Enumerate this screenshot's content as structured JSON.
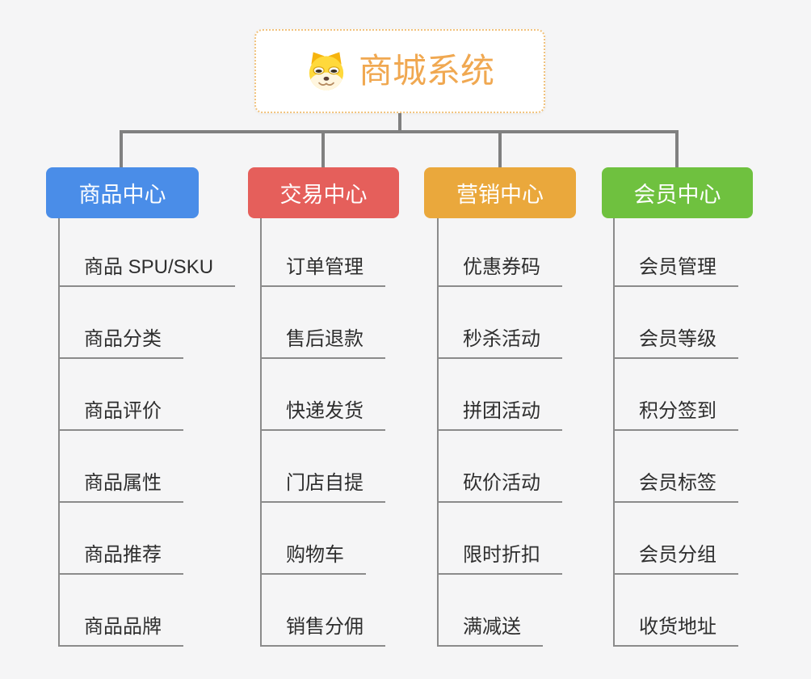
{
  "root": {
    "title": "商城系统",
    "icon": "dog-face-icon"
  },
  "branches": [
    {
      "label": "商品中心",
      "color": "#4a8de8",
      "items": [
        "商品 SPU/SKU",
        "商品分类",
        "商品评价",
        "商品属性",
        "商品推荐",
        "商品品牌"
      ]
    },
    {
      "label": "交易中心",
      "color": "#e55f5b",
      "items": [
        "订单管理",
        "售后退款",
        "快递发货",
        "门店自提",
        "购物车",
        "销售分佣"
      ]
    },
    {
      "label": "营销中心",
      "color": "#eaa83c",
      "items": [
        "优惠券码",
        "秒杀活动",
        "拼团活动",
        "砍价活动",
        "限时折扣",
        "满减送"
      ]
    },
    {
      "label": "会员中心",
      "color": "#6fc13f",
      "items": [
        "会员管理",
        "会员等级",
        "积分签到",
        "会员标签",
        "会员分组",
        "收货地址"
      ]
    }
  ],
  "colors": {
    "canvas_bg": "#f5f5f6",
    "root_border": "#f1c27d",
    "root_title_text": "#f0a851",
    "connector_line": "#808080",
    "leaf_line": "#8b8b8b",
    "leaf_text": "#2e2e2e"
  }
}
